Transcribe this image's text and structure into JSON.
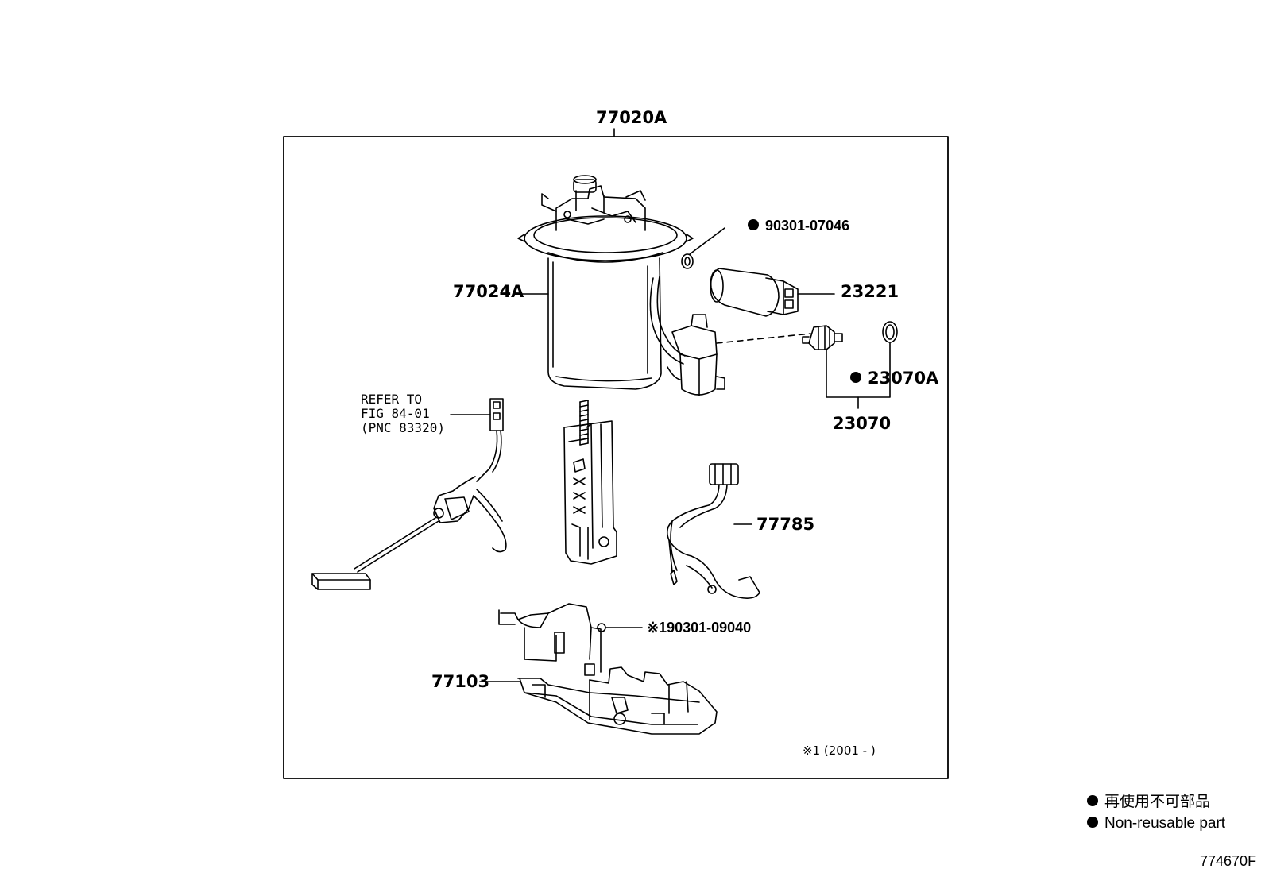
{
  "labels": {
    "assembly": "77020A",
    "outer_cover": "77024A",
    "gasket_a": "90301-07046",
    "pump": "23221",
    "filter_a": "23070A",
    "filter": "23070",
    "wire": "77785",
    "gasket_b": "90301-09040",
    "gasket_b_mark": "※1",
    "bracket": "77103"
  },
  "refer": {
    "line1": "REFER TO",
    "line2": "FIG 84-01",
    "line3": "(PNC 83320)"
  },
  "footnote": "※1 (2001 -        )",
  "legend": {
    "jp": "再使用不可部品",
    "en": "Non-reusable part"
  },
  "figure_code": "774670F"
}
